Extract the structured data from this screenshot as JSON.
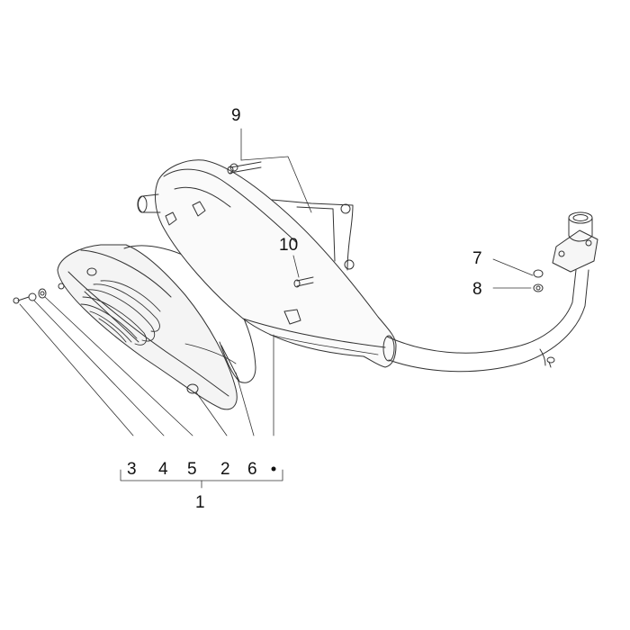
{
  "callouts": {
    "c1": "1",
    "c2": "2",
    "c3": "3",
    "c4": "4",
    "c5": "5",
    "c6": "6",
    "c7": "7",
    "c8": "8",
    "c9": "9",
    "c10": "10"
  },
  "colors": {
    "line": "#333333",
    "shade": "#e6e6e6",
    "light": "#f2f2f2"
  }
}
